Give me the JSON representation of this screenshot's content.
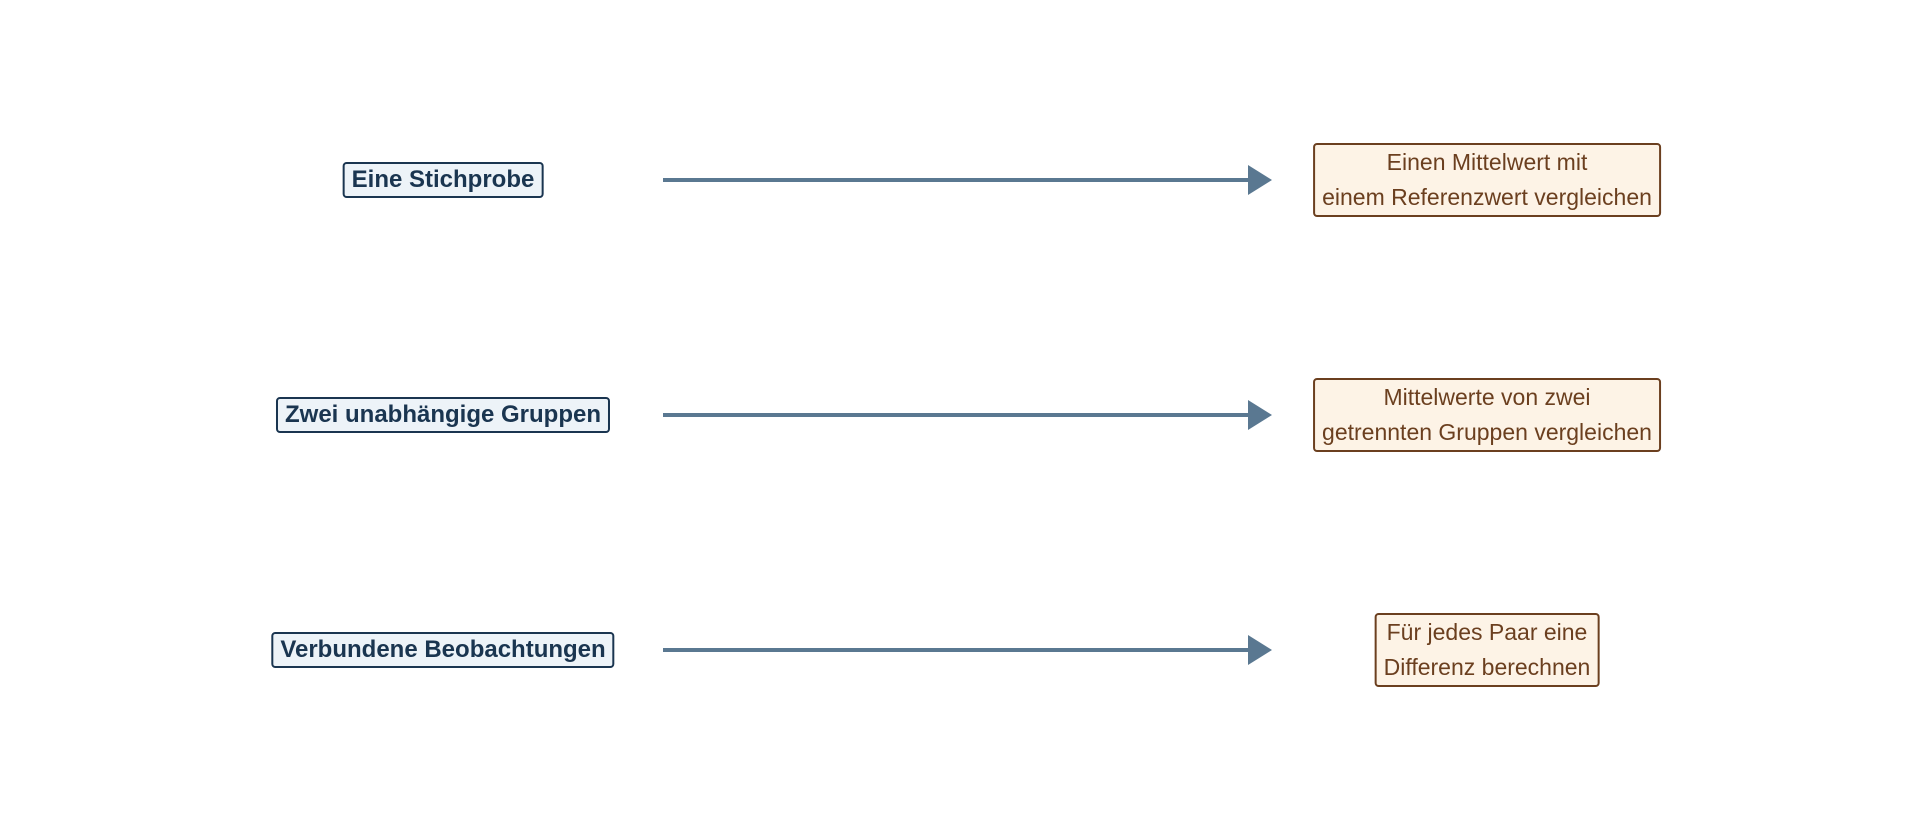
{
  "colors": {
    "left_fill": "#edf3f8",
    "left_border": "#1a3550",
    "right_fill": "#fdf3e6",
    "right_border": "#6b3f1f",
    "arrow": "#5a7891"
  },
  "rows": [
    {
      "source": "Eine Stichprobe",
      "target": [
        "Einen Mittelwert mit",
        "einem Referenzwert vergleichen"
      ]
    },
    {
      "source": "Zwei unabhängige Gruppen",
      "target": [
        "Mittelwerte von zwei",
        "getrennten Gruppen vergleichen"
      ]
    },
    {
      "source": "Verbundene Beobachtungen",
      "target": [
        "Für jedes Paar eine",
        "Differenz berechnen"
      ]
    }
  ]
}
